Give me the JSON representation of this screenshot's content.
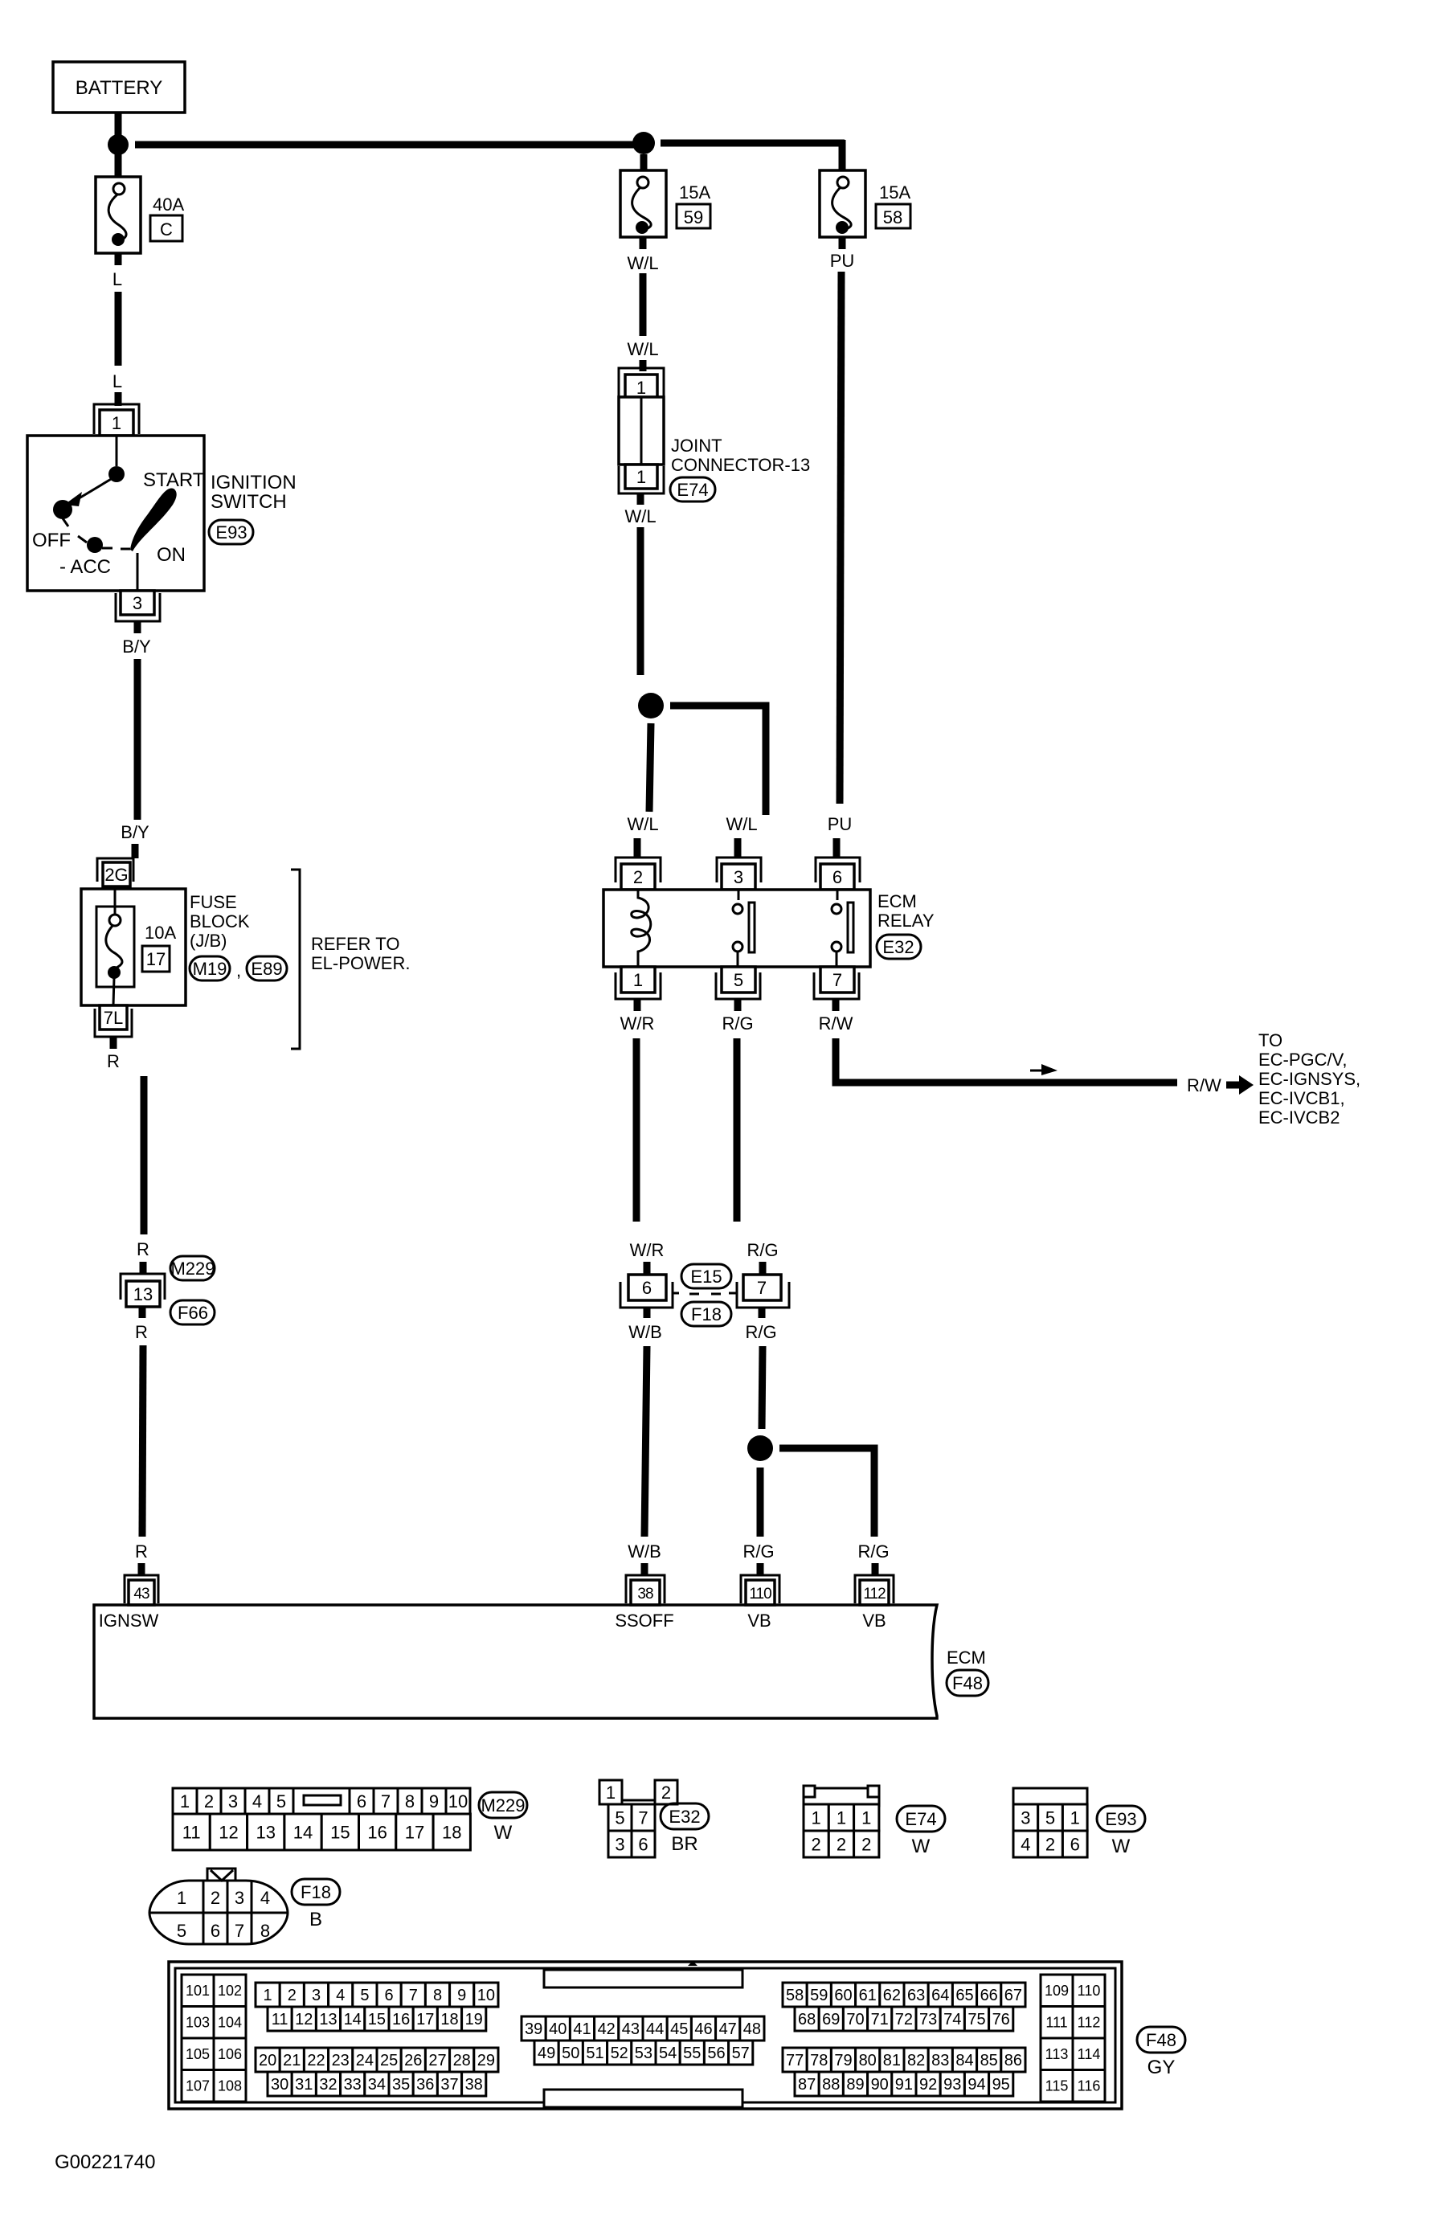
{
  "battery": {
    "label": "BATTERY"
  },
  "fuses": [
    {
      "amps": "40A",
      "id": "C",
      "wire_out": "L"
    },
    {
      "amps": "15A",
      "id": "59",
      "wire_out": "W/L"
    },
    {
      "amps": "15A",
      "id": "58",
      "wire_out": "PU"
    }
  ],
  "wires": {
    "l_in": "L",
    "by_out": "B/Y",
    "by_in": "B/Y",
    "r_out": "R",
    "r_m229_top": "R",
    "r_m229_bot": "R",
    "r_ecm": "R",
    "wl_jc_in": "W/L",
    "wl_jc_out": "W/L",
    "wl_relay2": "W/L",
    "wl_relay3": "W/L",
    "pu_relay6": "PU",
    "wr_relay1": "W/R",
    "rg_relay5": "R/G",
    "rw_relay7": "R/W",
    "wr_e15": "W/R",
    "rg_e15": "R/G",
    "wb_f18": "W/B",
    "rg_f18": "R/G",
    "wb_ecm": "W/B",
    "rg_ecm110": "R/G",
    "rg_ecm112": "R/G",
    "rw_out": "R/W"
  },
  "ignition_switch": {
    "title_line1": "IGNITION",
    "title_line2": "SWITCH",
    "connector": "E93",
    "pin_in": "1",
    "pin_out": "3",
    "pos_start": "START",
    "pos_off": "OFF",
    "pos_acc": "- ACC",
    "pos_on": "ON"
  },
  "joint_connector": {
    "title_line1": "JOINT",
    "title_line2": "CONNECTOR-13",
    "connector": "E74",
    "pin_top": "1",
    "pin_bot": "1"
  },
  "fuse_block": {
    "title_line1": "FUSE",
    "title_line2": "BLOCK",
    "title_line3": "(J/B)",
    "amps": "10A",
    "fuse_id": "17",
    "connectors": [
      "M19",
      "E89"
    ],
    "separator": ",",
    "pin_in": "2G",
    "pin_out": "7L",
    "refer_line1": "REFER TO",
    "refer_line2": "EL-POWER."
  },
  "ecm_relay": {
    "title_line1": "ECM",
    "title_line2": "RELAY",
    "connector": "E32",
    "pins_top": [
      "2",
      "3",
      "6"
    ],
    "pins_bottom": [
      "1",
      "5",
      "7"
    ]
  },
  "inline_connectors": {
    "m229": {
      "pin": "13",
      "top": "M229",
      "bottom": "F66"
    },
    "e15": {
      "pins": [
        "6",
        "7"
      ],
      "top": "E15",
      "bottom": "F18"
    }
  },
  "destination": {
    "line1": "TO",
    "line2": "EC-PGC/V,",
    "line3": "EC-IGNSYS,",
    "line4": "EC-IVCB1,",
    "line5": "EC-IVCB2"
  },
  "ecm": {
    "title": "ECM",
    "connector": "F48",
    "pins": [
      {
        "num": "43",
        "signal": "IGNSW"
      },
      {
        "num": "38",
        "signal": "SSOFF"
      },
      {
        "num": "110",
        "signal": "VB"
      },
      {
        "num": "112",
        "signal": "VB"
      }
    ]
  },
  "connector_views": {
    "m229": {
      "id": "M229",
      "color": "W",
      "row1": [
        "1",
        "2",
        "3",
        "4",
        "5",
        "6",
        "7",
        "8",
        "9",
        "10"
      ],
      "row2": [
        "11",
        "12",
        "13",
        "14",
        "15",
        "16",
        "17",
        "18"
      ]
    },
    "e32": {
      "id": "E32",
      "color": "BR",
      "top": [
        "1",
        "2"
      ],
      "mid": [
        "5",
        "7"
      ],
      "bot": [
        "3",
        "6"
      ]
    },
    "e74": {
      "id": "E74",
      "color": "W",
      "row1": [
        "1",
        "1",
        "1"
      ],
      "row2": [
        "2",
        "2",
        "2"
      ]
    },
    "e93": {
      "id": "E93",
      "color": "W",
      "row1": [
        "3",
        "5",
        "1"
      ],
      "row2": [
        "4",
        "2",
        "6"
      ]
    },
    "f18": {
      "id": "F18",
      "color": "B",
      "row1": [
        "1",
        "2",
        "3",
        "4"
      ],
      "row2": [
        "5",
        "6",
        "7",
        "8"
      ]
    },
    "f48": {
      "id": "F48",
      "color": "GY",
      "left_block": [
        "101",
        "102",
        "103",
        "104",
        "105",
        "106",
        "107",
        "108"
      ],
      "right_block": [
        "109",
        "110",
        "111",
        "112",
        "113",
        "114",
        "115",
        "116"
      ],
      "g1_row1": [
        "1",
        "2",
        "3",
        "4",
        "5",
        "6",
        "7",
        "8",
        "9",
        "10"
      ],
      "g1_row2": [
        "11",
        "12",
        "13",
        "14",
        "15",
        "16",
        "17",
        "18",
        "19"
      ],
      "g2_row1": [
        "20",
        "21",
        "22",
        "23",
        "24",
        "25",
        "26",
        "27",
        "28",
        "29"
      ],
      "g2_row2": [
        "30",
        "31",
        "32",
        "33",
        "34",
        "35",
        "36",
        "37",
        "38"
      ],
      "g3_row1": [
        "39",
        "40",
        "41",
        "42",
        "43",
        "44",
        "45",
        "46",
        "47",
        "48"
      ],
      "g3_row2": [
        "49",
        "50",
        "51",
        "52",
        "53",
        "54",
        "55",
        "56",
        "57"
      ],
      "g4_row1": [
        "58",
        "59",
        "60",
        "61",
        "62",
        "63",
        "64",
        "65",
        "66",
        "67"
      ],
      "g4_row2": [
        "68",
        "69",
        "70",
        "71",
        "72",
        "73",
        "74",
        "75",
        "76"
      ],
      "g5_row1": [
        "77",
        "78",
        "79",
        "80",
        "81",
        "82",
        "83",
        "84",
        "85",
        "86"
      ],
      "g5_row2": [
        "87",
        "88",
        "89",
        "90",
        "91",
        "92",
        "93",
        "94",
        "95"
      ]
    }
  },
  "figure_id": "G00221740"
}
